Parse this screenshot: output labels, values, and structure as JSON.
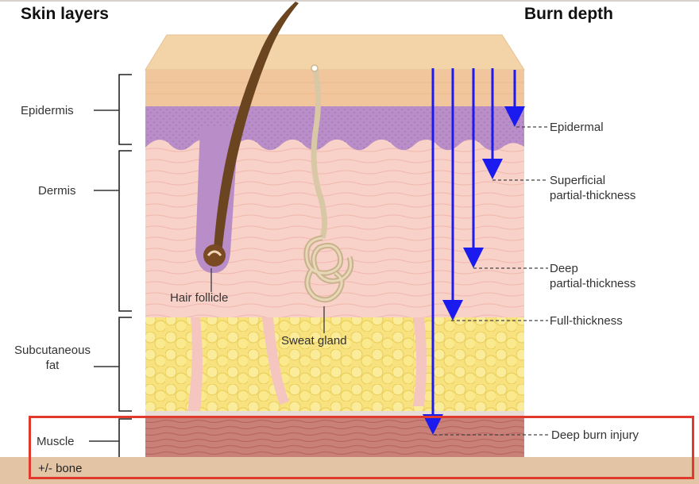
{
  "headers": {
    "left": "Skin layers",
    "right": "Burn depth"
  },
  "layers": {
    "epidermis": "Epidermis",
    "dermis": "Dermis",
    "subcutaneous_fat_line1": "Subcutaneous",
    "subcutaneous_fat_line2": "fat",
    "muscle": "Muscle",
    "bone": "+/- bone"
  },
  "structures": {
    "hair_follicle": "Hair follicle",
    "sweat_gland": "Sweat gland"
  },
  "burn_depths": [
    {
      "line1": "Epidermal",
      "line2": ""
    },
    {
      "line1": "Superficial",
      "line2": "partial-thickness"
    },
    {
      "line1": "Deep",
      "line2": "partial-thickness"
    },
    {
      "line1": "Full-thickness",
      "line2": ""
    },
    {
      "line1": "Deep burn injury",
      "line2": ""
    }
  ],
  "colors": {
    "arrow": "#1b1bf0",
    "highlight_box": "#e03a2f",
    "epidermis_top": "#f2c9a0",
    "epidermis_basal": "#b58ac6",
    "dermis": "#f7cdc4",
    "fat": "#f7e27f",
    "muscle": "#c7786f"
  }
}
